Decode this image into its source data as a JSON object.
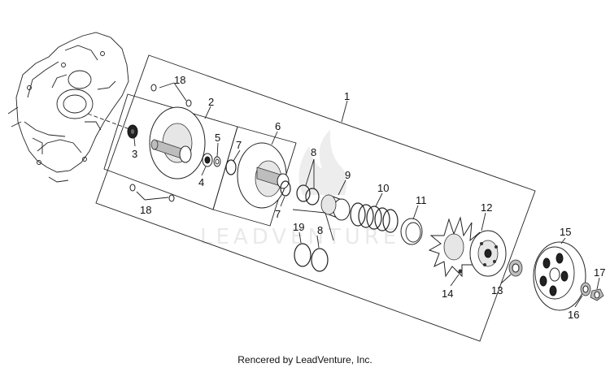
{
  "callouts": [
    "1",
    "2",
    "3",
    "4",
    "5",
    "6",
    "7",
    "7",
    "8",
    "8",
    "9",
    "10",
    "11",
    "12",
    "13",
    "14",
    "15",
    "16",
    "17",
    "18",
    "18",
    "19"
  ],
  "watermark": "LEADVENTURE",
  "credit": "Rencered by LeadVenture, Inc.",
  "colors": {
    "line": "#222222",
    "background": "#ffffff",
    "watermark": "#e9e9e9"
  }
}
